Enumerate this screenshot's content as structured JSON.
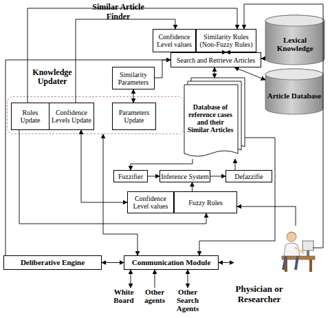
{
  "diagram": {
    "nodes": [
      {
        "text": [
          "Confidence Level values"
        ]
      },
      {
        "text": [
          "Similarity Rules (Non-Fuzzy Rules)"
        ]
      },
      {
        "text": [
          "Lexical Knowledge"
        ]
      },
      {
        "text": [
          "Search and Retrieve Articles"
        ]
      },
      {
        "text": [
          "Article Database"
        ]
      },
      {
        "text": [
          "Similarity Parameters"
        ]
      },
      {
        "text": [
          "Knowledge Updater"
        ]
      },
      {
        "text": [
          "Rules Update"
        ],
        "in": 6
      },
      {
        "text": [
          "Confidence Levels Update"
        ],
        "in": 6
      },
      {
        "text": [
          "Parameters Update"
        ],
        "in": 6
      },
      {
        "text": [
          "Database of reference cases and their Similar Articles"
        ]
      },
      {
        "text": [
          "Fuzzifier"
        ]
      },
      {
        "text": [
          "Inference System"
        ]
      },
      {
        "text": [
          "Defazzifie"
        ]
      },
      {
        "text": [
          "Confidence Level values"
        ]
      },
      {
        "text": [
          "Fuzzy Rules"
        ]
      },
      {
        "text": [
          "Deliberative Engine"
        ]
      },
      {
        "text": [
          "Communication Module"
        ]
      },
      {
        "text": [
          "Physician or Researcher"
        ]
      },
      {
        "text": [
          "White Board"
        ]
      },
      {
        "text": [
          "Other agents"
        ]
      },
      {
        "text": [
          "Other Search Agents"
        ]
      }
    ],
    "edges": [
      {
        "from": 1,
        "to": 3,
        "arrow": "both"
      },
      {
        "from": 2,
        "to": 3,
        "arrow": "to"
      },
      {
        "from": 4,
        "to": 3,
        "arrow": "both"
      },
      {
        "from": 5,
        "to": 3,
        "arrow": "to"
      },
      {
        "from": 5,
        "to": 9,
        "arrow": "both"
      },
      {
        "from": 3,
        "to": 10,
        "arrow": "both"
      },
      {
        "from": 7,
        "to": 1,
        "arrow": "to"
      },
      {
        "from": 8,
        "to": 0,
        "arrow": "to"
      },
      {
        "from": 7,
        "to": 15,
        "arrow": "to"
      },
      {
        "from": 8,
        "to": 14,
        "arrow": "both"
      },
      {
        "from": 11,
        "to": 12,
        "arrow": "to"
      },
      {
        "from": 12,
        "to": 13,
        "arrow": "to"
      },
      {
        "from": 10,
        "to": 11,
        "arrow": "to"
      },
      {
        "from": 15,
        "to": 12,
        "arrow": "to"
      },
      {
        "from": 13,
        "to": 10,
        "arrow": "to"
      },
      {
        "from": 16,
        "to": 17,
        "arrow": "both"
      },
      {
        "from": 17,
        "to": 18,
        "arrow": "both"
      },
      {
        "from": 19,
        "to": 17,
        "arrow": "both"
      },
      {
        "from": 20,
        "to": 17,
        "arrow": "to"
      },
      {
        "from": 21,
        "to": 17,
        "arrow": "both"
      },
      {
        "from": 6,
        "to": 17,
        "arrow": "both"
      },
      {
        "from": 16,
        "to": 3,
        "arrow": "to"
      },
      {
        "from": 10,
        "to": 17,
        "arrow": "to"
      },
      {
        "from": 18,
        "to": 1,
        "arrow": "to"
      },
      {
        "from": 18,
        "to": 15,
        "arrow": "to"
      }
    ],
    "labels": [
      "Similar Article Finder"
    ]
  }
}
